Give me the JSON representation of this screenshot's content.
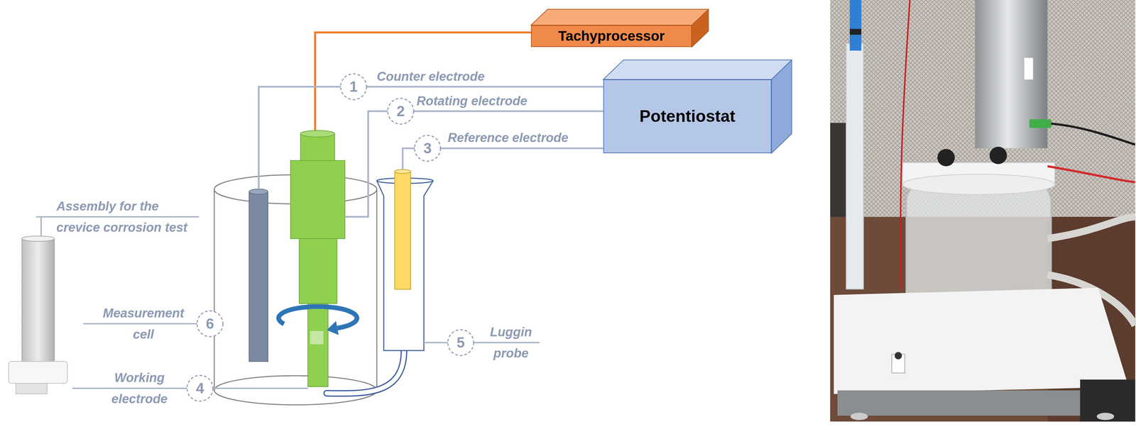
{
  "diagram": {
    "nodes": [
      {
        "text": [
          "Tachyprocessor"
        ]
      },
      {
        "text": [
          "Potentiostat"
        ]
      }
    ],
    "labels": [
      "Counter electrode",
      "1",
      "Rotating electrode",
      "2",
      "Reference electrode",
      "3",
      "Assembly for the crevice corrosion test",
      "Measurement cell",
      "6",
      "Working electrode",
      "4",
      "Luggin probe",
      "5"
    ]
  }
}
